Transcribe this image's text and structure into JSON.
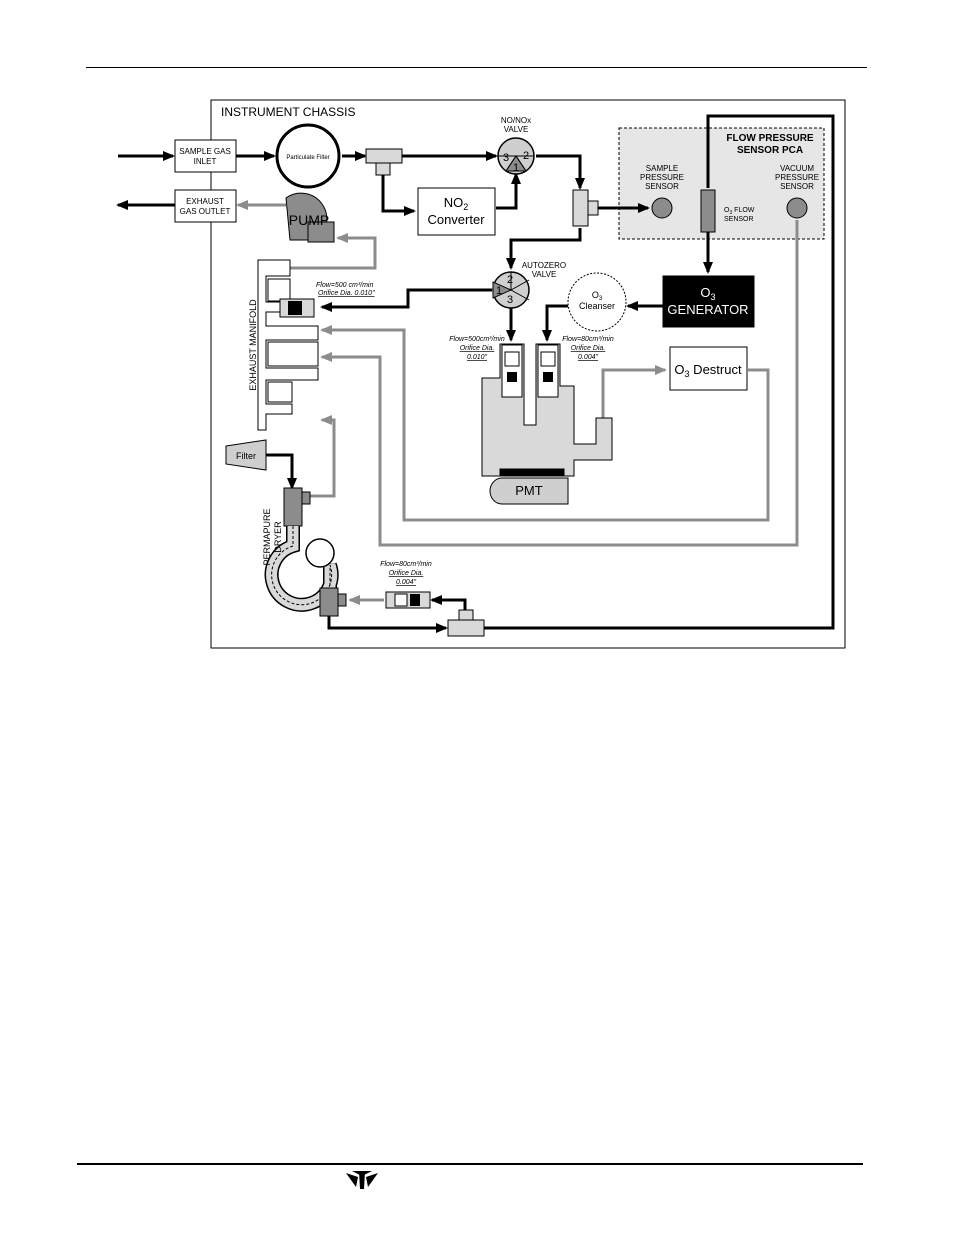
{
  "diagram": {
    "chassis_title": "INSTRUMENT CHASSIS",
    "sample_gas_inlet": [
      "SAMPLE GAS",
      "INLET"
    ],
    "exhaust_gas_outlet": [
      "EXHAUST",
      "GAS OUTLET"
    ],
    "particulate_filter": "Particulate Filter",
    "pump": "PUMP",
    "no_nox_valve": [
      "NO/NOx",
      "VALVE"
    ],
    "valve_ports": [
      "3",
      "2",
      "1"
    ],
    "no2_converter": [
      "NO",
      "2",
      "Converter"
    ],
    "flow_pressure_sensor_pca": [
      "FLOW PRESSURE",
      "SENSOR PCA"
    ],
    "sample_pressure_sensor": [
      "SAMPLE",
      "PRESSURE",
      "SENSOR"
    ],
    "o3_flow_sensor": [
      "O",
      "3",
      " FLOW",
      "SENSOR"
    ],
    "vacuum_pressure_sensor": [
      "VACUUM",
      "PRESSURE",
      "SENSOR"
    ],
    "autozero_valve": [
      "AUTOZERO",
      "VALVE"
    ],
    "autozero_ports": [
      "2",
      "1",
      "3"
    ],
    "o3_generator": [
      "O",
      "3",
      "GENERATOR"
    ],
    "o3_cleanser": [
      "O",
      "3",
      "Cleanser"
    ],
    "o3_destruct": [
      "O",
      "3",
      " Destruct"
    ],
    "exhaust_manifold": "EXHAUST MANIFOLD",
    "pmt": "PMT",
    "filter": "Filter",
    "permapure_dryer": [
      "PERMAPURE",
      "DRYER"
    ],
    "flow_labels": {
      "manifold": [
        "Flow=500 cm³/min",
        "Orifice Dia. 0.010\""
      ],
      "sample_orifice": [
        "Flow=500cm³/min",
        "Orifice Dia.",
        "0.010\""
      ],
      "ozone_orifice": [
        "Flow=80cm³/min",
        "Orifice Dia.",
        "0.004\""
      ],
      "dryer_orifice": [
        "Flow=80cm³/min",
        "Orifice Dia.",
        "0.004\""
      ]
    }
  },
  "colors": {
    "line_black": "#000000",
    "line_gray": "#8c8c8c",
    "pca_fill": "#e6e6e6"
  },
  "footer": {
    "logo": "teledyne-logo-icon"
  }
}
